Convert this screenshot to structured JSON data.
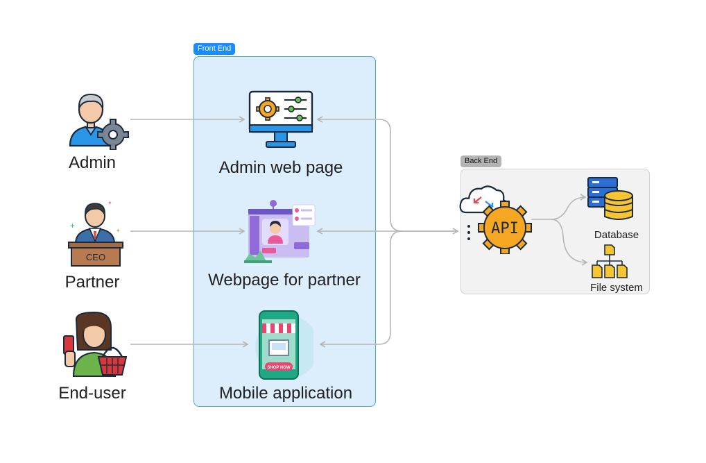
{
  "frontend": {
    "tag": "Front End"
  },
  "backend": {
    "tag": "Back End"
  },
  "actors": [
    {
      "label": "Admin",
      "icon": "admin-gear-icon"
    },
    {
      "label": "Partner",
      "icon": "ceo-podium-icon",
      "badge": "CEO"
    },
    {
      "label": "End-user",
      "icon": "shopper-basket-icon"
    }
  ],
  "apps": [
    {
      "label": "Admin web page",
      "icon": "monitor-settings-icon"
    },
    {
      "label": "Webpage for partner",
      "icon": "web-dashboard-icon"
    },
    {
      "label": "Mobile application",
      "icon": "mobile-shop-icon",
      "button": "SHOP NOW"
    }
  ],
  "api": {
    "label": "API",
    "icon": "api-gear-cloud-icon"
  },
  "storage": [
    {
      "label": "Database",
      "icon": "database-server-icon"
    },
    {
      "label": "File system",
      "icon": "file-tree-icon"
    }
  ],
  "colors": {
    "frontend_fill": "#dceefc",
    "frontend_border": "#46a3f0",
    "backend_fill": "#f2f2f2",
    "connector": "#b5b5b5",
    "accent_orange": "#f5a623"
  }
}
